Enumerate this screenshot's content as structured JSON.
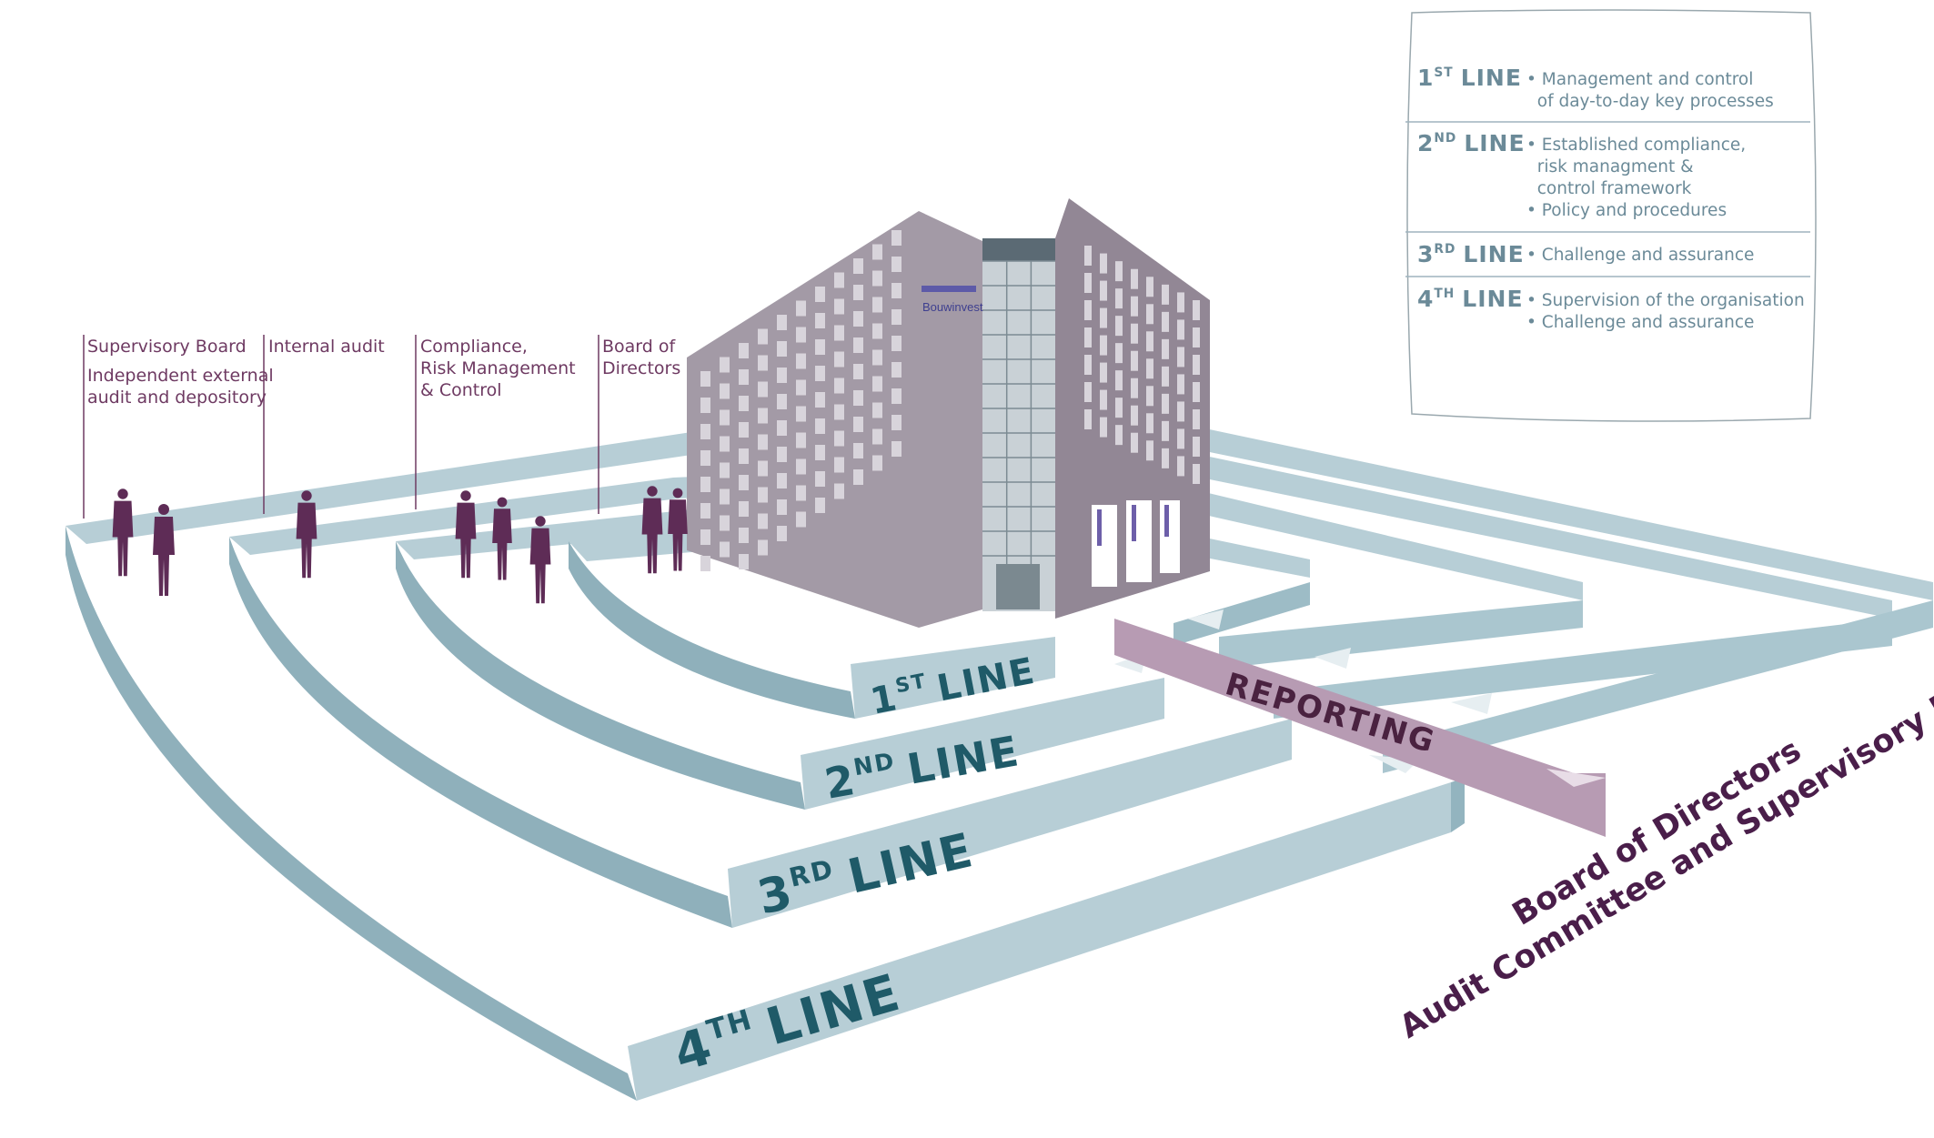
{
  "brand": "Bouwinvest",
  "stakeholder_labels": [
    {
      "id": "supervisory",
      "lines": [
        "Supervisory Board"
      ]
    },
    {
      "id": "external",
      "lines": [
        "Independent external",
        "audit and depository"
      ]
    },
    {
      "id": "internal",
      "lines": [
        "Internal audit"
      ]
    },
    {
      "id": "compliance",
      "lines": [
        "Compliance,",
        "Risk Management",
        "& Control"
      ]
    },
    {
      "id": "board",
      "lines": [
        "Board of",
        "Directors"
      ]
    }
  ],
  "lines": [
    {
      "number": "1",
      "suffix": "ST",
      "word": "LINE"
    },
    {
      "number": "2",
      "suffix": "ND",
      "word": "LINE"
    },
    {
      "number": "3",
      "suffix": "RD",
      "word": "LINE"
    },
    {
      "number": "4",
      "suffix": "TH",
      "word": "LINE"
    }
  ],
  "legend": [
    {
      "number": "1",
      "suffix": "ST",
      "word": "LINE",
      "items": [
        "• Management and control",
        "  of day-to-day key processes"
      ]
    },
    {
      "number": "2",
      "suffix": "ND",
      "word": "LINE",
      "items": [
        "• Established compliance,",
        "  risk managment &",
        "  control framework",
        "• Policy and procedures"
      ]
    },
    {
      "number": "3",
      "suffix": "RD",
      "word": "LINE",
      "items": [
        "• Challenge and assurance"
      ]
    },
    {
      "number": "4",
      "suffix": "TH",
      "word": "LINE",
      "items": [
        "• Supervision of the organisation",
        "• Challenge and assurance"
      ]
    }
  ],
  "reporting_label": "REPORTING",
  "report_targets": [
    "Board of Directors",
    "Audit Committee and Supervisory Board"
  ],
  "colors": {
    "wall_top": "#b7ced6",
    "wall_side": "#93b4bf",
    "wall_dark": "#7fa2ae",
    "line_text": "#1f5a68",
    "label_text": "#6e3a62",
    "people": "#5e2c56",
    "reporting_arrow": "#b79bb3",
    "reporting_text": "#4a2240",
    "building_front": "#a39aa6",
    "building_side": "#928795",
    "legend_text": "#6b8a98"
  }
}
